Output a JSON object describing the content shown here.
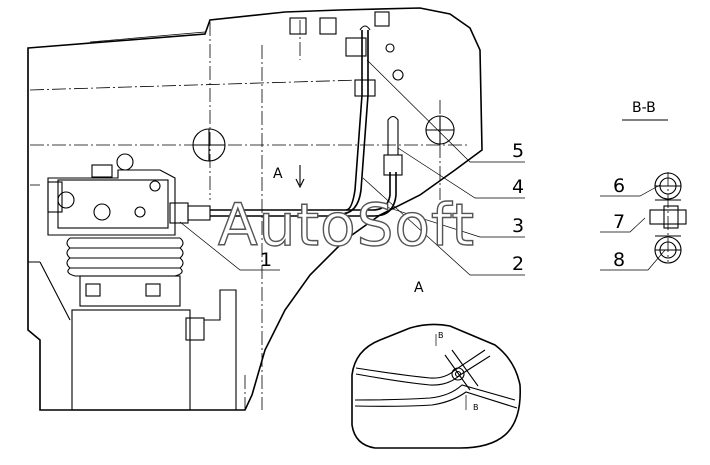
{
  "callouts": [
    "1",
    "2",
    "3",
    "4",
    "5",
    "6",
    "7",
    "8"
  ],
  "section_label": "B-B",
  "view_arrow_label": "A",
  "view_label": "A",
  "detail_labels": [
    "B",
    "B"
  ],
  "watermark": "AutoSoft"
}
